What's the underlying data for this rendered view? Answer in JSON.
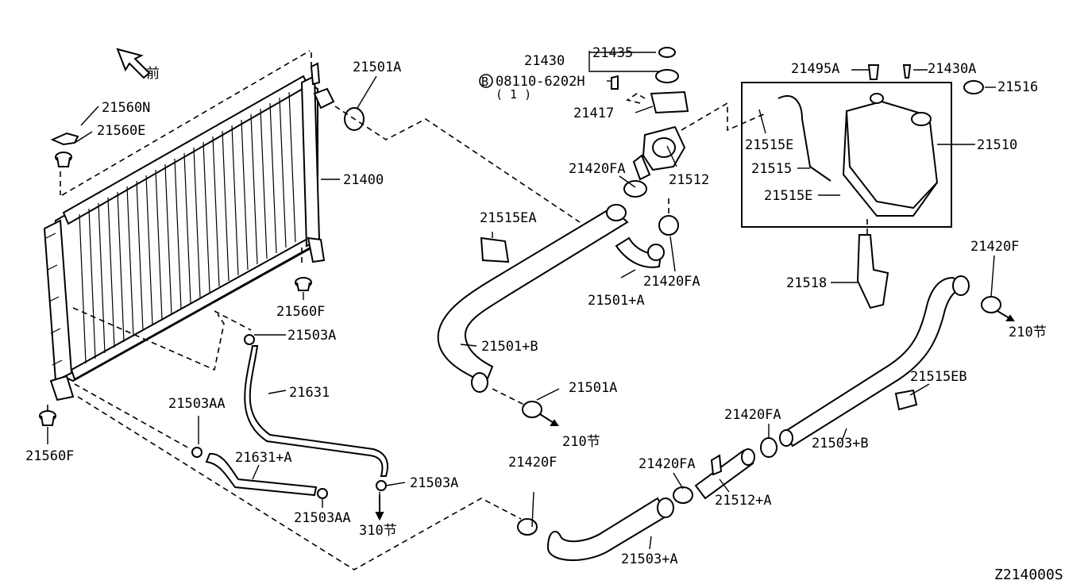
{
  "diagram": {
    "code": "Z214000S",
    "front_label": "前",
    "labels": {
      "p21560N": "21560N",
      "p21560E": "21560E",
      "p21400": "21400",
      "p21501A_top": "21501A",
      "p21560F_right": "21560F",
      "p21560F_left": "21560F",
      "p21503A_top": "21503A",
      "p21631": "21631",
      "p21503AA_top": "21503AA",
      "p21631A": "21631+A",
      "p21503AA_bottom": "21503AA",
      "p21503A_bottom": "21503A",
      "ref310": "310节",
      "p21430": "21430",
      "p21435": "21435",
      "p08110": "08110-6202H",
      "qty": "( 1 )",
      "b_mark": "B",
      "p21417": "21417",
      "p21420FA_a": "21420FA",
      "p21512": "21512",
      "p21515EA": "21515EA",
      "p21420FA_b": "21420FA",
      "p21501A_plus": "21501+A",
      "p21501B": "21501+B",
      "p21501A_mid": "21501A",
      "ref210_a": "210节",
      "p21495A": "21495A",
      "p21430A": "21430A",
      "p21516": "21516",
      "p21510": "21510",
      "p21515E_a": "21515E",
      "p21515": "21515",
      "p21515E_b": "21515E",
      "p21518": "21518",
      "p21420F_right": "21420F",
      "ref210_b": "210节",
      "p21515EB": "21515EB",
      "p21420FA_c": "21420FA",
      "p21503B": "21503+B",
      "p21420FA_d": "21420FA",
      "p21512A": "21512+A",
      "p21420F_bottom": "21420F",
      "p21503A_plus": "21503+A"
    }
  }
}
